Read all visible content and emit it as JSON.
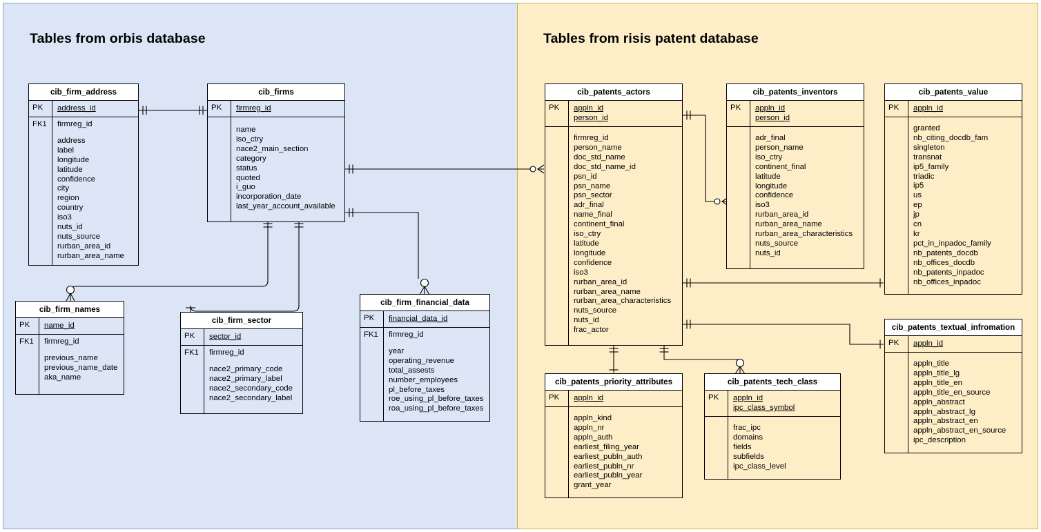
{
  "panels": {
    "orbis": {
      "title": "Tables from orbis database",
      "bg": "#dbe5f6",
      "border": "#8aa4cc"
    },
    "risis": {
      "title": "Tables from risis patent database",
      "bg": "#fdeec8",
      "border": "#d9ac3f"
    }
  },
  "tables": {
    "cib_firm_address": {
      "name": "cib_firm_address",
      "pk_label": "PK",
      "pk_fields": [
        "address_id"
      ],
      "fk_label": "FK1",
      "fk_fields": [
        "firmreg_id"
      ],
      "fields": [
        "address",
        "label",
        "longitude",
        "latitude",
        "confidence",
        "city",
        "region",
        "country",
        "iso3",
        "nuts_id",
        "nuts_source",
        "rurban_area_id",
        "rurban_area_name"
      ]
    },
    "cib_firms": {
      "name": "cib_firms",
      "pk_label": "PK",
      "pk_fields": [
        "firmreg_id"
      ],
      "fk_label": "",
      "fk_fields": [],
      "fields": [
        "name",
        "iso_ctry",
        "nace2_main_section",
        "category",
        "status",
        "quoted",
        "i_guo",
        "incorporation_date",
        "last_year_account_available"
      ]
    },
    "cib_firm_names": {
      "name": "cib_firm_names",
      "pk_label": "PK",
      "pk_fields": [
        "name_id"
      ],
      "fk_label": "FK1",
      "fk_fields": [
        "firmreg_id"
      ],
      "fields": [
        "previous_name",
        "previous_name_date",
        "aka_name"
      ]
    },
    "cib_firm_sector": {
      "name": "cib_firm_sector",
      "pk_label": "PK",
      "pk_fields": [
        "sector_id"
      ],
      "fk_label": "FK1",
      "fk_fields": [
        "firmreg_id"
      ],
      "fields": [
        "nace2_primary_code",
        "nace2_primary_label",
        "nace2_secondary_code",
        "nace2_secondary_label"
      ]
    },
    "cib_firm_financial_data": {
      "name": "cib_firm_financial_data",
      "pk_label": "PK",
      "pk_fields": [
        "financial_data_id"
      ],
      "fk_label": "FK1",
      "fk_fields": [
        "firmreg_id"
      ],
      "fields": [
        "year",
        "operating_revenue",
        "total_assests",
        "number_employees",
        "pl_before_taxes",
        "roe_using_pl_before_taxes",
        "roa_using_pl_before_taxes"
      ]
    },
    "cib_patents_actors": {
      "name": "cib_patents_actors",
      "pk_label": "PK",
      "pk_fields": [
        "appln_id",
        "person_id"
      ],
      "fk_label": "",
      "fk_fields": [],
      "fields": [
        "firmreg_id",
        "person_name",
        "doc_std_name",
        "doc_std_name_id",
        "psn_id",
        "psn_name",
        "psn_sector",
        "adr_final",
        "name_final",
        "continent_final",
        "iso_ctry",
        "latitude",
        "longitude",
        "confidence",
        "iso3",
        "rurban_area_id",
        "rurban_area_name",
        "rurban_area_characteristics",
        "nuts_source",
        "nuts_id",
        "frac_actor"
      ]
    },
    "cib_patents_inventors": {
      "name": "cib_patents_inventors",
      "pk_label": "PK",
      "pk_fields": [
        "appln_id",
        "person_id"
      ],
      "fk_label": "",
      "fk_fields": [],
      "fields": [
        "adr_final",
        "person_name",
        "iso_ctry",
        "continent_final",
        "latitude",
        "longitude",
        "confidence",
        "iso3",
        "rurban_area_id",
        "rurban_area_name",
        "rurban_area_characteristics",
        "nuts_source",
        "nuts_id"
      ]
    },
    "cib_patents_value": {
      "name": "cib_patents_value",
      "pk_label": "PK",
      "pk_fields": [
        "appln_id"
      ],
      "fk_label": "",
      "fk_fields": [],
      "fields": [
        "granted",
        "nb_citing_docdb_fam",
        "singleton",
        "transnat",
        "ip5_family",
        "triadic",
        "ip5",
        "us",
        "ep",
        "jp",
        "cn",
        "kr",
        "pct_in_inpadoc_family",
        "nb_patents_docdb",
        "nb_offices_docdb",
        "nb_patents_inpadoc",
        "nb_offices_inpadoc"
      ]
    },
    "cib_patents_textual_infromation": {
      "name": "cib_patents_textual_infromation",
      "pk_label": "PK",
      "pk_fields": [
        "appln_id"
      ],
      "fk_label": "",
      "fk_fields": [],
      "fields": [
        "appln_title",
        "appln_title_lg",
        "appln_title_en",
        "appln_title_en_source",
        "appln_abstract",
        "appln_abstract_lg",
        "appln_abstract_en",
        "appln_abstract_en_source",
        "ipc_description"
      ]
    },
    "cib_patents_priority_attributes": {
      "name": "cib_patents_priority_attributes",
      "pk_label": "PK",
      "pk_fields": [
        "appln_id"
      ],
      "fk_label": "",
      "fk_fields": [],
      "fields": [
        "appln_kind",
        "appln_nr",
        "appln_auth",
        "earliest_filing_year",
        "earliest_publn_auth",
        "earliest_publn_nr",
        "earliest_publn_year",
        "grant_year"
      ]
    },
    "cib_patents_tech_class": {
      "name": "cib_patents_tech_class",
      "pk_label": "PK",
      "pk_fields": [
        "appln_id",
        "ipc_class_symbol"
      ],
      "fk_label": "",
      "fk_fields": [],
      "fields": [
        "frac_ipc",
        "domains",
        "fields",
        "subfields",
        "ipc_class_level"
      ]
    }
  }
}
